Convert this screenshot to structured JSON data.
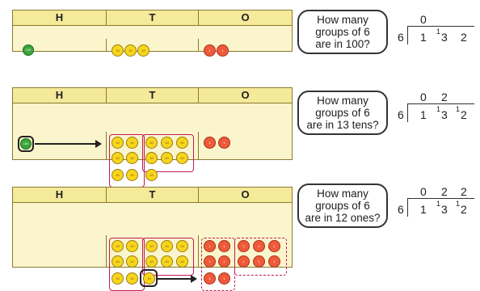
{
  "headers": {
    "h": "H",
    "t": "T",
    "o": "O"
  },
  "counter_labels": {
    "hundred": "100",
    "ten": "10",
    "one": "1"
  },
  "questions": [
    {
      "line1": "How many",
      "line2": "groups of 6",
      "line3": "are in 100?"
    },
    {
      "line1": "How many",
      "line2": "groups of 6",
      "line3": "are in 13 tens?"
    },
    {
      "line1": "How many",
      "line2": "groups of 6",
      "line3": "are in 12 ones?"
    }
  ],
  "division": {
    "divisor": "6",
    "dividend": [
      "1",
      "3",
      "2"
    ],
    "steps": [
      {
        "quotient": [
          "0",
          "",
          ""
        ],
        "carries": [
          "",
          "1",
          ""
        ]
      },
      {
        "quotient": [
          "0",
          "2",
          ""
        ],
        "carries": [
          "",
          "1",
          "1"
        ]
      },
      {
        "quotient": [
          "0",
          "2",
          "2"
        ],
        "carries": [
          "",
          "1",
          "1"
        ]
      }
    ]
  },
  "colors": {
    "hundred_counter": "#3aa53a",
    "ten_counter": "#f7d51d",
    "one_counter": "#ee5a3a",
    "group_outline": "#c2185b",
    "table_header": "#f5e99a",
    "table_body": "#faf5cc"
  }
}
